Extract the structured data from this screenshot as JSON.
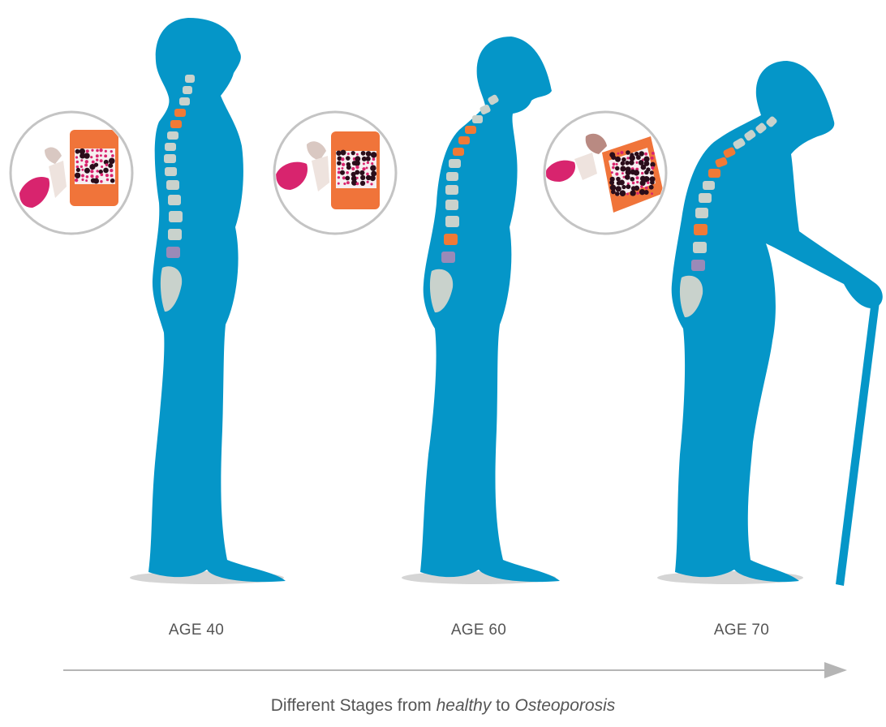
{
  "colors": {
    "silhouette": "#0596c8",
    "shadow": "#d5d5d5",
    "spine_bone": "#c9d2cc",
    "spine_orange": "#f07a36",
    "disc_purple": "#9a8ab8",
    "vertebra_body": "#f0743a",
    "bone_marrow": "#d8246e",
    "bone_white": "#f6eef0",
    "circle_border": "#c4c4c4",
    "arrow": "#b5b5b5",
    "text": "#555555"
  },
  "stages": [
    {
      "label": "AGE 40",
      "density": "healthy"
    },
    {
      "label": "AGE 60",
      "density": "reduced"
    },
    {
      "label": "AGE 70",
      "density": "osteoporosis"
    }
  ],
  "caption": {
    "part1": "Different Stages from ",
    "em1": "healthy",
    "part2": " to ",
    "em2": "Osteoporosis"
  }
}
